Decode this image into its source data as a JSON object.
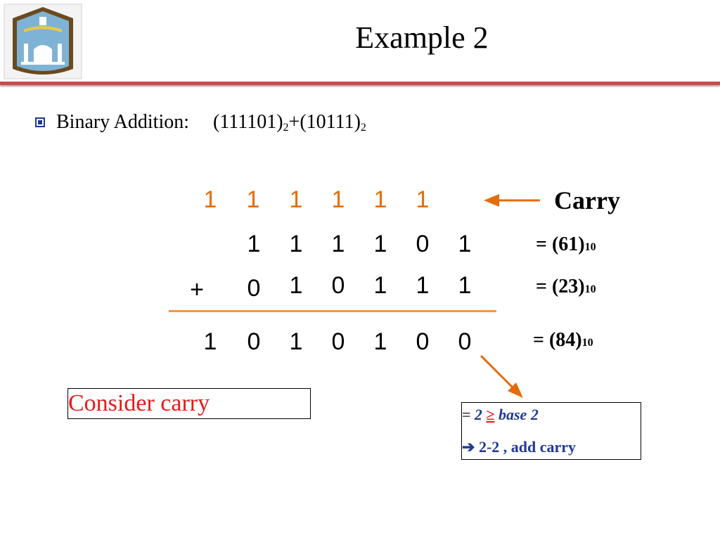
{
  "slide": {
    "title": "Example 2"
  },
  "bullet": {
    "label": "Binary Addition:",
    "operand1": "(111101)",
    "operand1_base": "2",
    "plus": "+",
    "operand2": "(10111)",
    "operand2_base": "2"
  },
  "addition": {
    "carry_row": [
      "1",
      "1",
      "1",
      "1",
      "1",
      "1"
    ],
    "carry_label": "Carry",
    "row1": [
      "1",
      "1",
      "1",
      "1",
      "0",
      "1"
    ],
    "row1_eq": "= (61)",
    "row1_base": "10",
    "operator": "+",
    "row2": [
      "0",
      "1",
      "0",
      "1",
      "1",
      "1"
    ],
    "row2_eq": "= (23)",
    "row2_base": "10",
    "result": [
      "1",
      "0",
      "1",
      "0",
      "1",
      "0",
      "0"
    ],
    "result_eq": "= (84)",
    "result_base": "10"
  },
  "notes": {
    "consider": "Consider carry",
    "rule_eq": "= ",
    "rule_two": "2",
    "rule_ge": "≥",
    "rule_base": "base 2",
    "rule_action": "2-2 , add carry"
  },
  "colors": {
    "carry": "#e46c0a",
    "accent_line": "#f79646",
    "title_rule": "#c0504d",
    "red": "#e81919",
    "navy": "#1f3a93"
  }
}
